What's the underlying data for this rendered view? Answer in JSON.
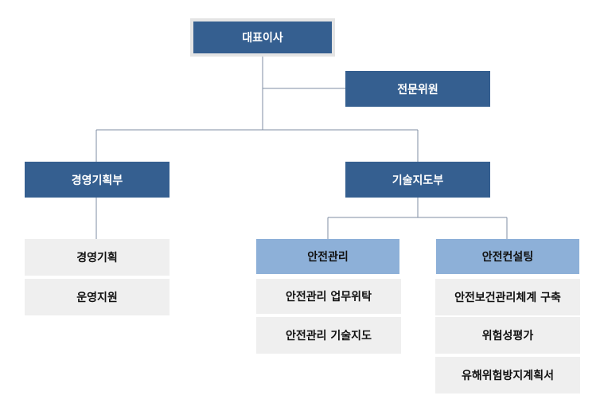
{
  "org_chart": {
    "ceo": "대표이사",
    "advisor": "전문위원",
    "departments": [
      {
        "name": "경영기획부",
        "teams": [
          {
            "name": "경영기획"
          },
          {
            "name": "운영지원"
          }
        ]
      },
      {
        "name": "기술지도부",
        "divisions": [
          {
            "name": "안전관리",
            "tasks": [
              "안전관리 업무위탁",
              "안전관리 기술지도"
            ]
          },
          {
            "name": "안전컨설팅",
            "tasks": [
              "안전보건관리체계 구축",
              "위험성평가",
              "유해위험방지계획서"
            ]
          }
        ]
      }
    ]
  },
  "colors": {
    "dark_box": "#355f90",
    "light_box": "#8db0d8",
    "grey_box": "#efefef",
    "connector": "#7f8ea3"
  }
}
